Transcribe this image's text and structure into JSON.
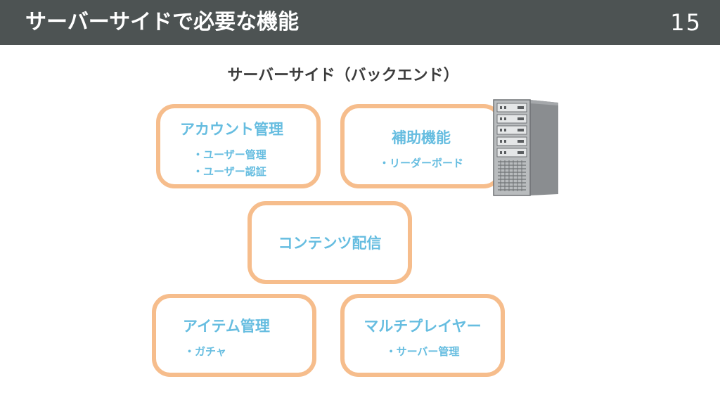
{
  "header": {
    "title": "サーバーサイドで必要な機能",
    "page_number": "15"
  },
  "section_title": "サーバーサイド（バックエンド）",
  "boxes": {
    "account": {
      "title": "アカウント管理",
      "items": [
        "・ユーザー管理",
        "・ユーザー認証"
      ]
    },
    "aux": {
      "title": "補助機能",
      "items": [
        "・リーダーボード"
      ]
    },
    "content": {
      "title": "コンテンツ配信"
    },
    "item": {
      "title": "アイテム管理",
      "items": [
        "・ガチャ"
      ]
    },
    "multiplayer": {
      "title": "マルチプレイヤー",
      "items": [
        "・サーバー管理"
      ]
    }
  },
  "colors": {
    "header_bg": "#4d5353",
    "box_border": "#f6bd8c",
    "box_text": "#66bde0",
    "title_text": "#3c3c3c"
  },
  "icons": {
    "server": "server-tower-icon"
  }
}
